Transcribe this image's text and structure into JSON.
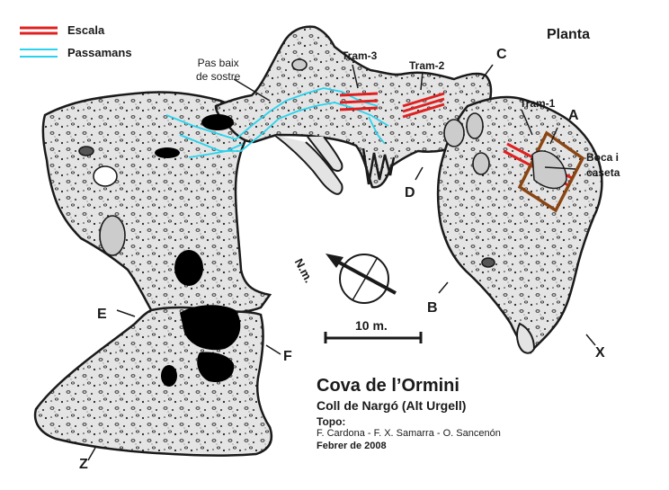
{
  "legend": {
    "items": [
      {
        "label": "Escala",
        "color": "#e02020"
      },
      {
        "label": "Passamans",
        "color": "#27d3ee"
      }
    ]
  },
  "plan_title": "Planta",
  "annotations": {
    "pas_baix_line1": "Pas baix",
    "pas_baix_line2": "de sostre",
    "tram1": "Tram-1",
    "tram2": "Tram-2",
    "tram3": "Tram-3",
    "boca_line1": "Boca i",
    "boca_line2": "caseta"
  },
  "points": [
    "A",
    "B",
    "C",
    "D",
    "E",
    "F",
    "X",
    "Z"
  ],
  "north_label": "N.m.",
  "scale_label": "10 m.",
  "title_block": {
    "title": "Cova de l’Ormini",
    "subtitle": "Coll de Nargó  (Alt Urgell)",
    "topo_heading": "Topo:",
    "authors": "F. Cardona - F. X. Samarra - O. Sancenón",
    "date": "Febrer de 2008"
  },
  "colors": {
    "cave_fill": "#e4e4e4",
    "outline": "#1a1a1a",
    "water": "#000000",
    "stairs": "#e02020",
    "handrail": "#27d3ee",
    "entrance_box": "#8b4513"
  }
}
